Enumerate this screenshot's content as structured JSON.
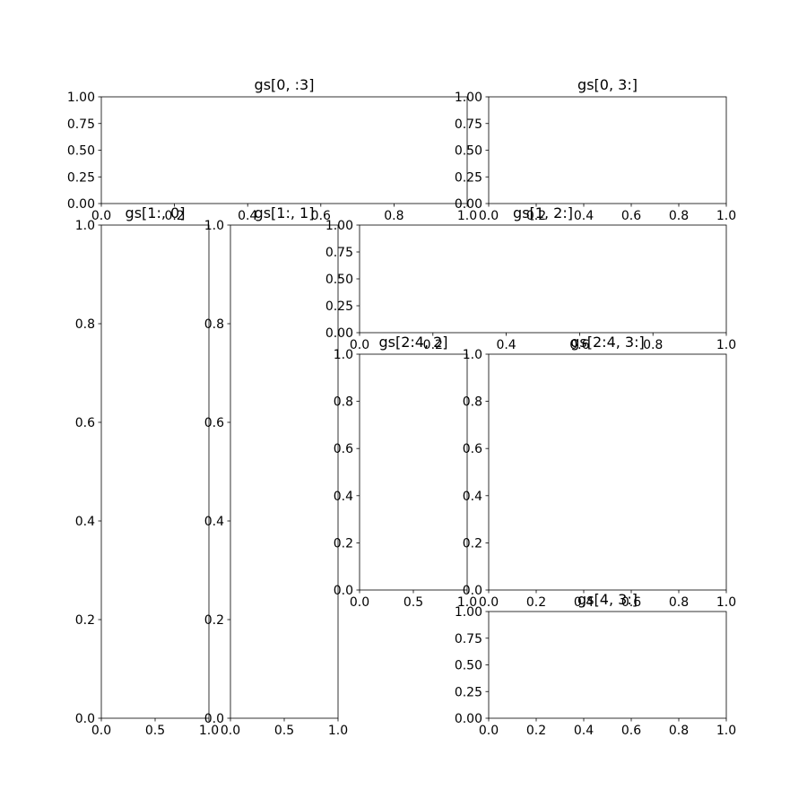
{
  "chart_data": [
    {
      "type": "empty_axes",
      "title": "gs[0, :3]",
      "xlim": [
        0,
        1
      ],
      "ylim": [
        0,
        1
      ],
      "xticks": [
        "0.0",
        "0.2",
        "0.4",
        "0.6",
        "0.8",
        "1.0"
      ],
      "yticks": [
        "0.00",
        "0.25",
        "0.50",
        "0.75",
        "1.00"
      ],
      "xlabel": "",
      "ylabel": "",
      "series": []
    },
    {
      "type": "empty_axes",
      "title": "gs[0, 3:]",
      "xlim": [
        0,
        1
      ],
      "ylim": [
        0,
        1
      ],
      "xticks": [
        "0.0",
        "0.2",
        "0.4",
        "0.6",
        "0.8",
        "1.0"
      ],
      "yticks": [
        "0.00",
        "0.25",
        "0.50",
        "0.75",
        "1.00"
      ],
      "xlabel": "",
      "ylabel": "",
      "series": []
    },
    {
      "type": "empty_axes",
      "title": "gs[1:, 0]",
      "xlim": [
        0,
        1
      ],
      "ylim": [
        0,
        1
      ],
      "xticks": [
        "0.0",
        "0.5",
        "1.0"
      ],
      "yticks": [
        "0.0",
        "0.2",
        "0.4",
        "0.6",
        "0.8",
        "1.0"
      ],
      "xlabel": "",
      "ylabel": "",
      "series": []
    },
    {
      "type": "empty_axes",
      "title": "gs[1:, 1]",
      "xlim": [
        0,
        1
      ],
      "ylim": [
        0,
        1
      ],
      "xticks": [
        "0.0",
        "0.5",
        "1.0"
      ],
      "yticks": [
        "0.0",
        "0.2",
        "0.4",
        "0.6",
        "0.8",
        "1.0"
      ],
      "xlabel": "",
      "ylabel": "",
      "series": []
    },
    {
      "type": "empty_axes",
      "title": "gs[1, 2:]",
      "xlim": [
        0,
        1
      ],
      "ylim": [
        0,
        1
      ],
      "xticks": [
        "0.0",
        "0.2",
        "0.4",
        "0.6",
        "0.8",
        "1.0"
      ],
      "yticks": [
        "0.00",
        "0.25",
        "0.50",
        "0.75",
        "1.00"
      ],
      "xlabel": "",
      "ylabel": "",
      "series": []
    },
    {
      "type": "empty_axes",
      "title": "gs[2:4, 2]",
      "xlim": [
        0,
        1
      ],
      "ylim": [
        0,
        1
      ],
      "xticks": [
        "0.0",
        "0.5",
        "1.0"
      ],
      "yticks": [
        "0.0",
        "0.2",
        "0.4",
        "0.6",
        "0.8",
        "1.0"
      ],
      "xlabel": "",
      "ylabel": "",
      "series": []
    },
    {
      "type": "empty_axes",
      "title": "gs[2:4, 3:]",
      "xlim": [
        0,
        1
      ],
      "ylim": [
        0,
        1
      ],
      "xticks": [
        "0.0",
        "0.2",
        "0.4",
        "0.6",
        "0.8",
        "1.0"
      ],
      "yticks": [
        "0.0",
        "0.2",
        "0.4",
        "0.6",
        "0.8",
        "1.0"
      ],
      "xlabel": "",
      "ylabel": "",
      "series": []
    },
    {
      "type": "empty_axes",
      "title": "gs[4, 3:]",
      "xlim": [
        0,
        1
      ],
      "ylim": [
        0,
        1
      ],
      "xticks": [
        "0.0",
        "0.2",
        "0.4",
        "0.6",
        "0.8",
        "1.0"
      ],
      "yticks": [
        "0.00",
        "0.25",
        "0.50",
        "0.75",
        "1.00"
      ],
      "xlabel": "",
      "ylabel": "",
      "series": []
    }
  ]
}
